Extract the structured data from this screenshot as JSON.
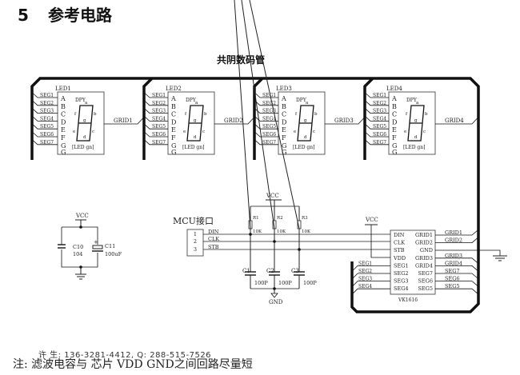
{
  "section": {
    "number": "5",
    "title": "参考电路"
  },
  "circuit_title": "共阴数码管",
  "leds": [
    {
      "ref": "LED1",
      "grid": "GRID1"
    },
    {
      "ref": "LED2",
      "grid": "GRID2"
    },
    {
      "ref": "LED3",
      "grid": "GRID3"
    },
    {
      "ref": "LED4",
      "grid": "GRID4"
    }
  ],
  "led_common": {
    "seg_nets": [
      "SEG1",
      "SEG2",
      "SEG3",
      "SEG4",
      "SEG5",
      "SEG6",
      "SEG7"
    ],
    "pins": [
      "A",
      "B",
      "C",
      "D",
      "E",
      "F",
      "G"
    ],
    "dp_label": "DPY",
    "segment_letters": [
      "a",
      "b",
      "c",
      "d",
      "e",
      "f",
      "g"
    ],
    "part": "[LED gn]"
  },
  "power_filter": {
    "vcc": "VCC",
    "c10_ref": "C10",
    "c10_val": "104",
    "c11_ref": "C11",
    "c11_val": "100uF",
    "plus": "+"
  },
  "mcu": {
    "label": "MCU接口",
    "pins": [
      "1",
      "2",
      "3"
    ],
    "nets": [
      "DIN",
      "CLK",
      "STB"
    ]
  },
  "pullups": {
    "vcc": "VCC",
    "resistors": [
      {
        "ref": "R1",
        "val": "10K"
      },
      {
        "ref": "R2",
        "val": "10K"
      },
      {
        "ref": "R3",
        "val": "10K"
      }
    ],
    "caps": [
      {
        "ref": "C1",
        "val": "100P"
      },
      {
        "ref": "C2",
        "val": "100P"
      },
      {
        "ref": "C3",
        "val": "100P"
      }
    ],
    "gnd": "GND"
  },
  "chip": {
    "name": "VK1616",
    "vcc": "VCC",
    "left_pins": [
      "DIN",
      "CLK",
      "STB",
      "VDD",
      "SEG1",
      "SEG2",
      "SEG3",
      "SEG4"
    ],
    "right_pins": [
      "GRID1",
      "GRID2",
      "GND",
      "GRID3",
      "GRID4",
      "SEG7",
      "SEG6",
      "SEG5"
    ],
    "left_nets": [
      "SEG1",
      "SEG2",
      "SEG3",
      "SEG4"
    ],
    "right_nets": [
      "GRID1",
      "GRID2",
      "GRID3",
      "GRID4",
      "SEG7",
      "SEG6",
      "SEG5"
    ]
  },
  "footer": {
    "contact": "许 生: 136-3281-4412, Q: 288-515-7526",
    "note": "注: 滤波电容与 芯片 VDD GND之间回路尽量短"
  }
}
